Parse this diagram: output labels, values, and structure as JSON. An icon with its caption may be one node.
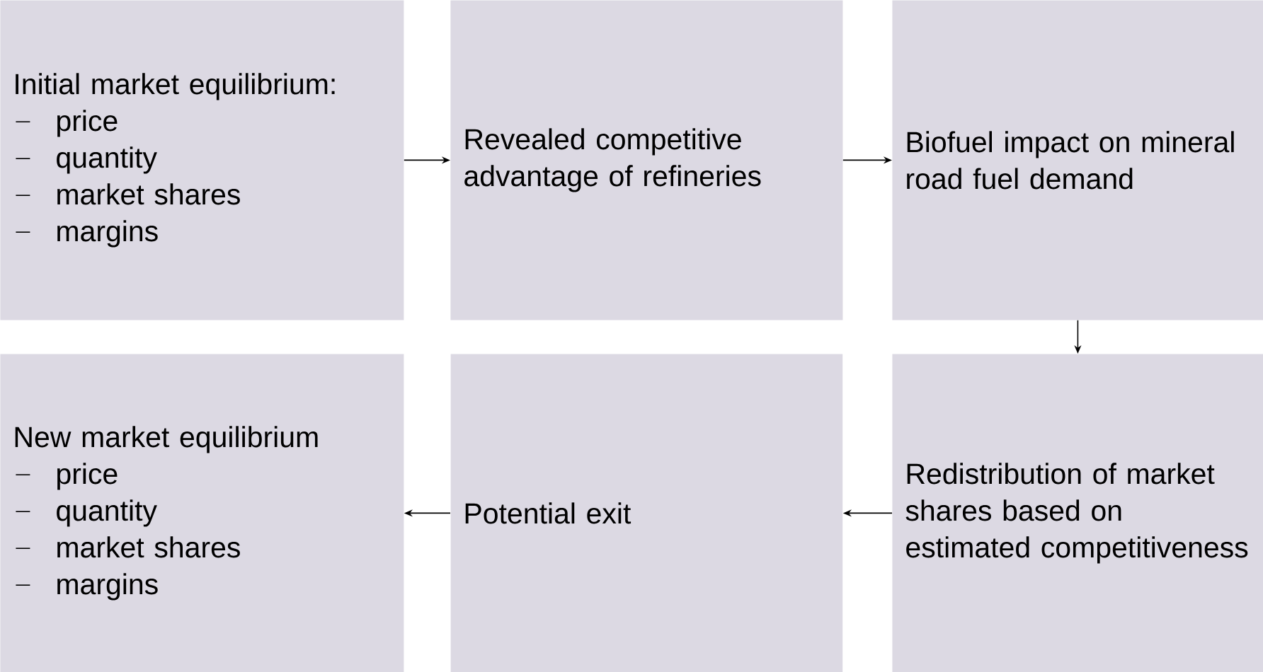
{
  "diagram": {
    "nodes": [
      {
        "text": [
          "Initial market equilibrium:",
          "price",
          "quantity",
          "market shares",
          "margins"
        ]
      },
      {
        "text": [
          "Revealed competitive advantage of refineries"
        ]
      },
      {
        "text": [
          "Biofuel impact on mineral road fuel demand"
        ]
      },
      {
        "text": [
          "New market equilibrium",
          "price",
          "quantity",
          "market shares",
          "margins"
        ]
      },
      {
        "text": [
          "Potential exit"
        ]
      },
      {
        "text": [
          "Redistribution of market shares based on estimated competitiveness"
        ]
      }
    ],
    "edges": [
      {
        "from": 0,
        "to": 1,
        "arrow": "to"
      },
      {
        "from": 1,
        "to": 2,
        "arrow": "to"
      },
      {
        "from": 2,
        "to": 5,
        "arrow": "to"
      },
      {
        "from": 5,
        "to": 4,
        "arrow": "to"
      },
      {
        "from": 4,
        "to": 3,
        "arrow": "to"
      }
    ]
  }
}
